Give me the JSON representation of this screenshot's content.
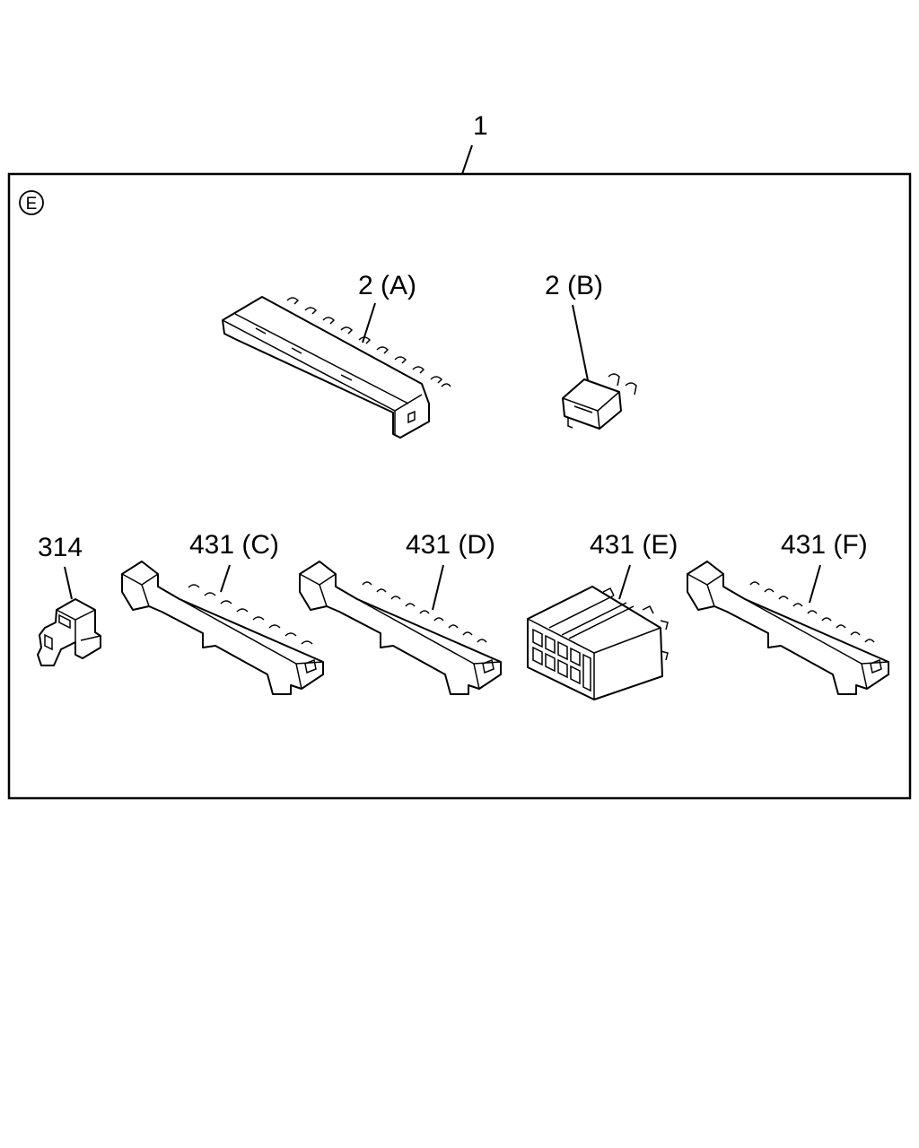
{
  "assembly_label": "1",
  "section_marker": "E",
  "parts": [
    {
      "id": "p2a",
      "label": "2 (A)"
    },
    {
      "id": "p2b",
      "label": "2 (B)"
    },
    {
      "id": "p314",
      "label": "314"
    },
    {
      "id": "p431c",
      "label": "431 (C)"
    },
    {
      "id": "p431d",
      "label": "431 (D)"
    },
    {
      "id": "p431e",
      "label": "431 (E)"
    },
    {
      "id": "p431f",
      "label": "431 (F)"
    }
  ]
}
